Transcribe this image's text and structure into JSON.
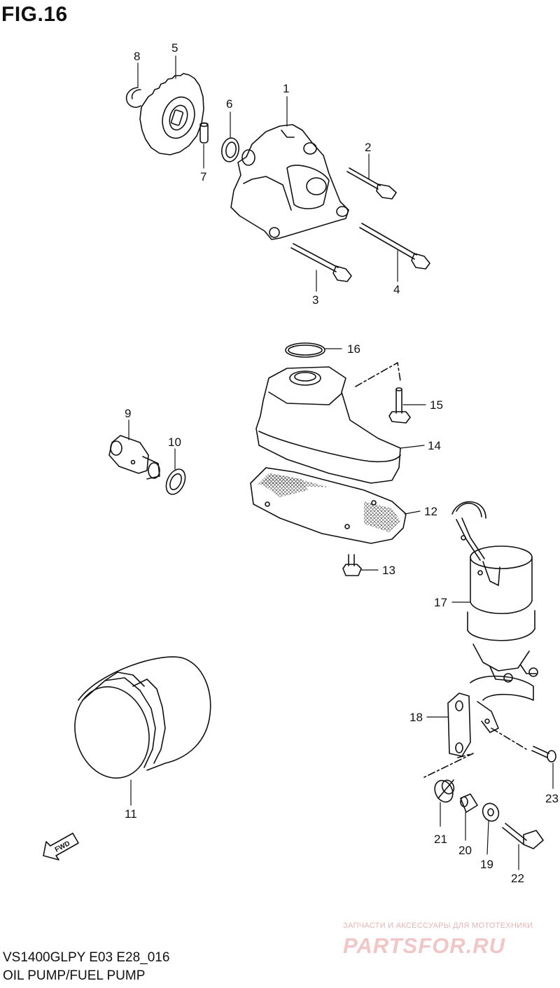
{
  "figure": {
    "title": "FIG.16"
  },
  "footer": {
    "model_code": "VS1400GLPY E03 E28_016",
    "diagram_name": "OIL PUMP/FUEL PUMP"
  },
  "fwd_label": "FWD",
  "watermark": {
    "tagline": "ЗАПЧАСТИ И АКСЕССУАРЫ ДЛЯ МОТОТЕХНИКИ",
    "logo": "PARTSFOR.RU"
  },
  "parts": [
    {
      "id": "p1",
      "number": "1"
    },
    {
      "id": "p2",
      "number": "2"
    },
    {
      "id": "p3",
      "number": "3"
    },
    {
      "id": "p4",
      "number": "4"
    },
    {
      "id": "p5",
      "number": "5"
    },
    {
      "id": "p6",
      "number": "6"
    },
    {
      "id": "p7",
      "number": "7"
    },
    {
      "id": "p8",
      "number": "8"
    },
    {
      "id": "p9",
      "number": "9"
    },
    {
      "id": "p10",
      "number": "10"
    },
    {
      "id": "p11",
      "number": "11"
    },
    {
      "id": "p12",
      "number": "12"
    },
    {
      "id": "p13",
      "number": "13"
    },
    {
      "id": "p14",
      "number": "14"
    },
    {
      "id": "p15",
      "number": "15"
    },
    {
      "id": "p16",
      "number": "16"
    },
    {
      "id": "p17",
      "number": "17"
    },
    {
      "id": "p18",
      "number": "18"
    },
    {
      "id": "p19",
      "number": "19"
    },
    {
      "id": "p20",
      "number": "20"
    },
    {
      "id": "p21",
      "number": "21"
    },
    {
      "id": "p22",
      "number": "22"
    },
    {
      "id": "p23",
      "number": "23"
    }
  ]
}
